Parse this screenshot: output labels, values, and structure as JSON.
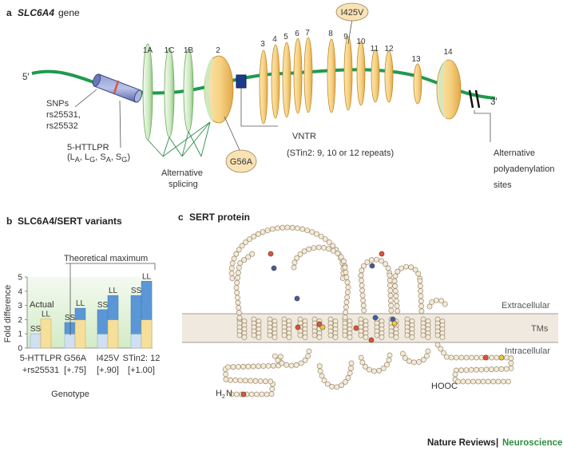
{
  "panel_a": {
    "letter": "a",
    "gene": "SLC6A4",
    "gene_suffix": "gene",
    "five_prime": "5′",
    "three_prime": "3′",
    "exons": [
      "1A",
      "1C",
      "1B",
      "2",
      "3",
      "4",
      "5",
      "6",
      "7",
      "8",
      "9",
      "10",
      "11",
      "12",
      "13",
      "14"
    ],
    "snps": [
      "SNPs",
      "rs25531,",
      "rs25532"
    ],
    "httlpr": "5-HTTLPR",
    "alleles": "(L<sub>A</sub>, L<sub>G</sub>, S<sub>A</sub>, S<sub>G</sub>)",
    "alt_splicing": [
      "Alternative",
      "splicing"
    ],
    "g56a": "G56A",
    "i425v": "I425V",
    "vntr": [
      "VNTR",
      "(STin2: 9, 10 or 12 repeats)"
    ],
    "polyA": [
      "Alternative",
      "polyadenylation",
      "sites"
    ]
  },
  "panel_b": {
    "letter": "b",
    "title": "SLC6A4/SERT variants",
    "theoretical_max": "Theoretical maximum",
    "actual": "Actual",
    "ylabel": "Fold difference",
    "xlabel": "Genotype"
  },
  "chart_data": {
    "type": "bar",
    "ylabel": "Fold difference",
    "xlabel": "Genotype",
    "ylim": [
      0,
      5
    ],
    "yticks": [
      0,
      1,
      2,
      3,
      4,
      5
    ],
    "groups": [
      {
        "label1": "5-HTTLPR",
        "label2": "+rs25531",
        "ss": 1.0,
        "ll": 2.05,
        "ss_max": 1.0,
        "ll_max": 2.05
      },
      {
        "label1": "G56A",
        "label2": "[+.75]",
        "ss": 1.0,
        "ll": 2.0,
        "ss_max": 1.8,
        "ll_max": 2.8
      },
      {
        "label1": "I425V",
        "label2": "[+.90]",
        "ss": 1.0,
        "ll": 2.0,
        "ss_max": 2.7,
        "ll_max": 3.7
      },
      {
        "label1": "STin2: 12",
        "label2": "[+1.00]",
        "ss": 1.0,
        "ll": 2.0,
        "ss_max": 3.7,
        "ll_max": 4.7
      }
    ],
    "series": [
      {
        "name": "SS"
      },
      {
        "name": "LL"
      }
    ],
    "colors": {
      "actual": "#cfe0f2",
      "ll_actual": "#f6df9a",
      "increase": "#5b97d6",
      "panel_bg": "#dff0d3"
    }
  },
  "panel_c": {
    "letter": "c",
    "title": "SERT protein",
    "extracellular": "Extracellular",
    "tms": "TMs",
    "intracellular": "Intracellular",
    "n_term_h": "H",
    "n_term_sub": "2",
    "n_term_n": "N",
    "c_term": "HOOC"
  },
  "footer": {
    "journal": "Nature Reviews",
    "separator": "|",
    "section": "Neuroscience"
  },
  "colors": {
    "bead": "#f4ead8",
    "bead_stroke": "#8c7a5c",
    "red": "#d9533a",
    "blue": "#3b5ea8",
    "yellow": "#f3c649",
    "backbone": "#1f9a4d",
    "membrane": "#efe9df"
  }
}
